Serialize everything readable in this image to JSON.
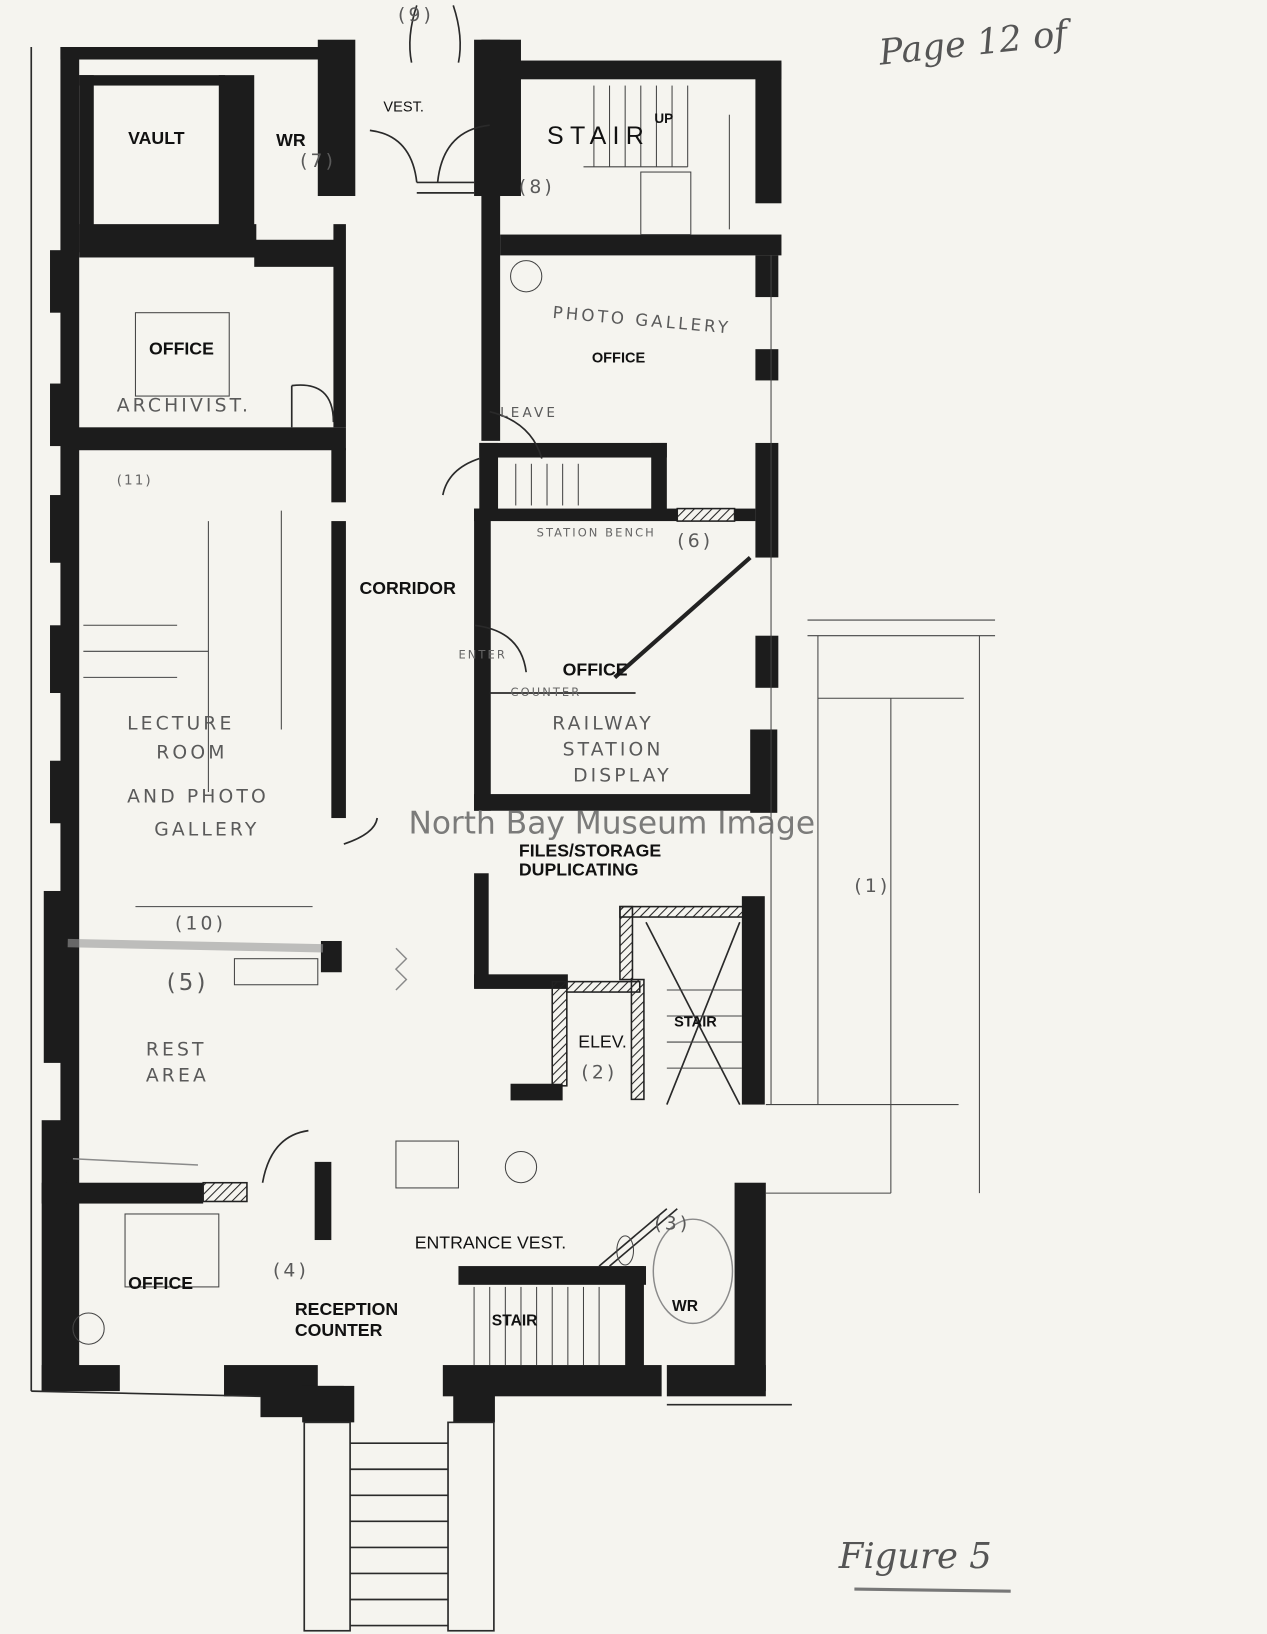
{
  "header_note": "Page 12 of",
  "footer_note": "Figure 5",
  "watermark": "North Bay Museum Image",
  "rooms": {
    "vault": "VAULT",
    "wr_top": "WR",
    "vest": "VEST.",
    "stair_top": "STAIR",
    "stair_up": "UP",
    "office_archivist": "OFFICE",
    "archivist": "ARCHIVIST.",
    "photo_gallery": "PHOTO GALLERY",
    "photo_office": "OFFICE",
    "leave": "LEAVE",
    "station_bench": "STATION BENCH",
    "corridor": "CORRIDOR",
    "enter": "ENTER",
    "railway_office": "OFFICE",
    "counter": "COUNTER",
    "railway_1": "RAILWAY",
    "railway_2": "STATION",
    "railway_3": "DISPLAY",
    "lecture_1": "LECTURE",
    "lecture_2": "ROOM",
    "lecture_3": "AND PHOTO",
    "lecture_4": "GALLERY",
    "files": "FILES/STORAGE",
    "duplicating": "DUPLICATING",
    "elev": "ELEV.",
    "stair_mid": "STAIR",
    "rest_1": "REST",
    "rest_2": "AREA",
    "entrance_vest": "ENTRANCE VEST.",
    "office_bottom": "OFFICE",
    "reception_1": "RECEPTION",
    "reception_2": "COUNTER",
    "stair_bottom": "STAIR",
    "wr_bottom": "WR"
  },
  "markers": {
    "m1": "(1)",
    "m2": "(2)",
    "m3": "(3)",
    "m4": "(4)",
    "m5": "(5)",
    "m6": "(6)",
    "m7": "(7)",
    "m8": "(8)",
    "m9": "(9)",
    "m10": "(10)",
    "m11": "(11)"
  }
}
